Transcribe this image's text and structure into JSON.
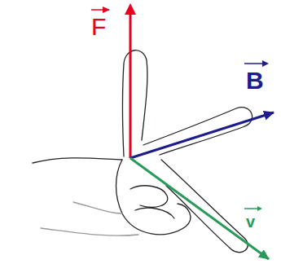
{
  "diagram": {
    "labels": [
      "F",
      "B",
      "v"
    ]
  }
}
